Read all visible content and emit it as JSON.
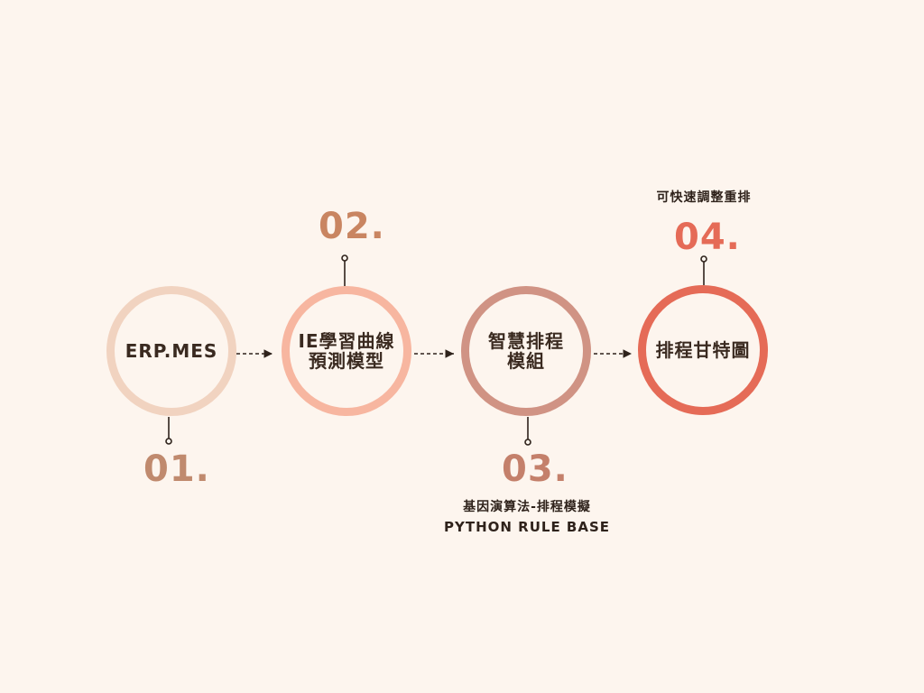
{
  "steps": [
    {
      "label": "ERP.MES",
      "number": "01.",
      "number_color": "#c08a6e",
      "ring_color": "#f1d3c0"
    },
    {
      "label": "IE學習曲線\n預測模型",
      "number": "02.",
      "number_color": "#c98561",
      "ring_color": "#f7b6a0"
    },
    {
      "label": "智慧排程\n模組",
      "number": "03.",
      "number_color": "#c4806b",
      "ring_color": "#d09384"
    },
    {
      "label": "排程甘特圖",
      "number": "04.",
      "number_color": "#e56b57",
      "ring_color": "#e56b57"
    }
  ],
  "notes": {
    "step3_line1": "基因演算法-排程模擬",
    "step3_line2": "PYTHON RULE BASE",
    "step4": "可快速調整重排"
  }
}
